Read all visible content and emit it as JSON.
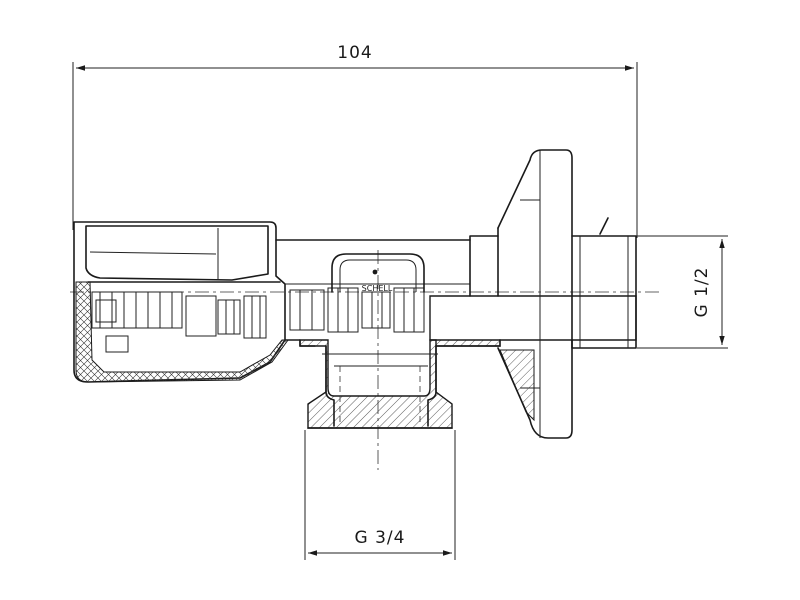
{
  "dimensions": {
    "overall_length": "104",
    "outlet_thread": "G 1/2",
    "inlet_thread": "G 3/4"
  },
  "body_marking": "SCHELL",
  "colors": {
    "line": "#1a1a1a",
    "background": "#ffffff"
  }
}
